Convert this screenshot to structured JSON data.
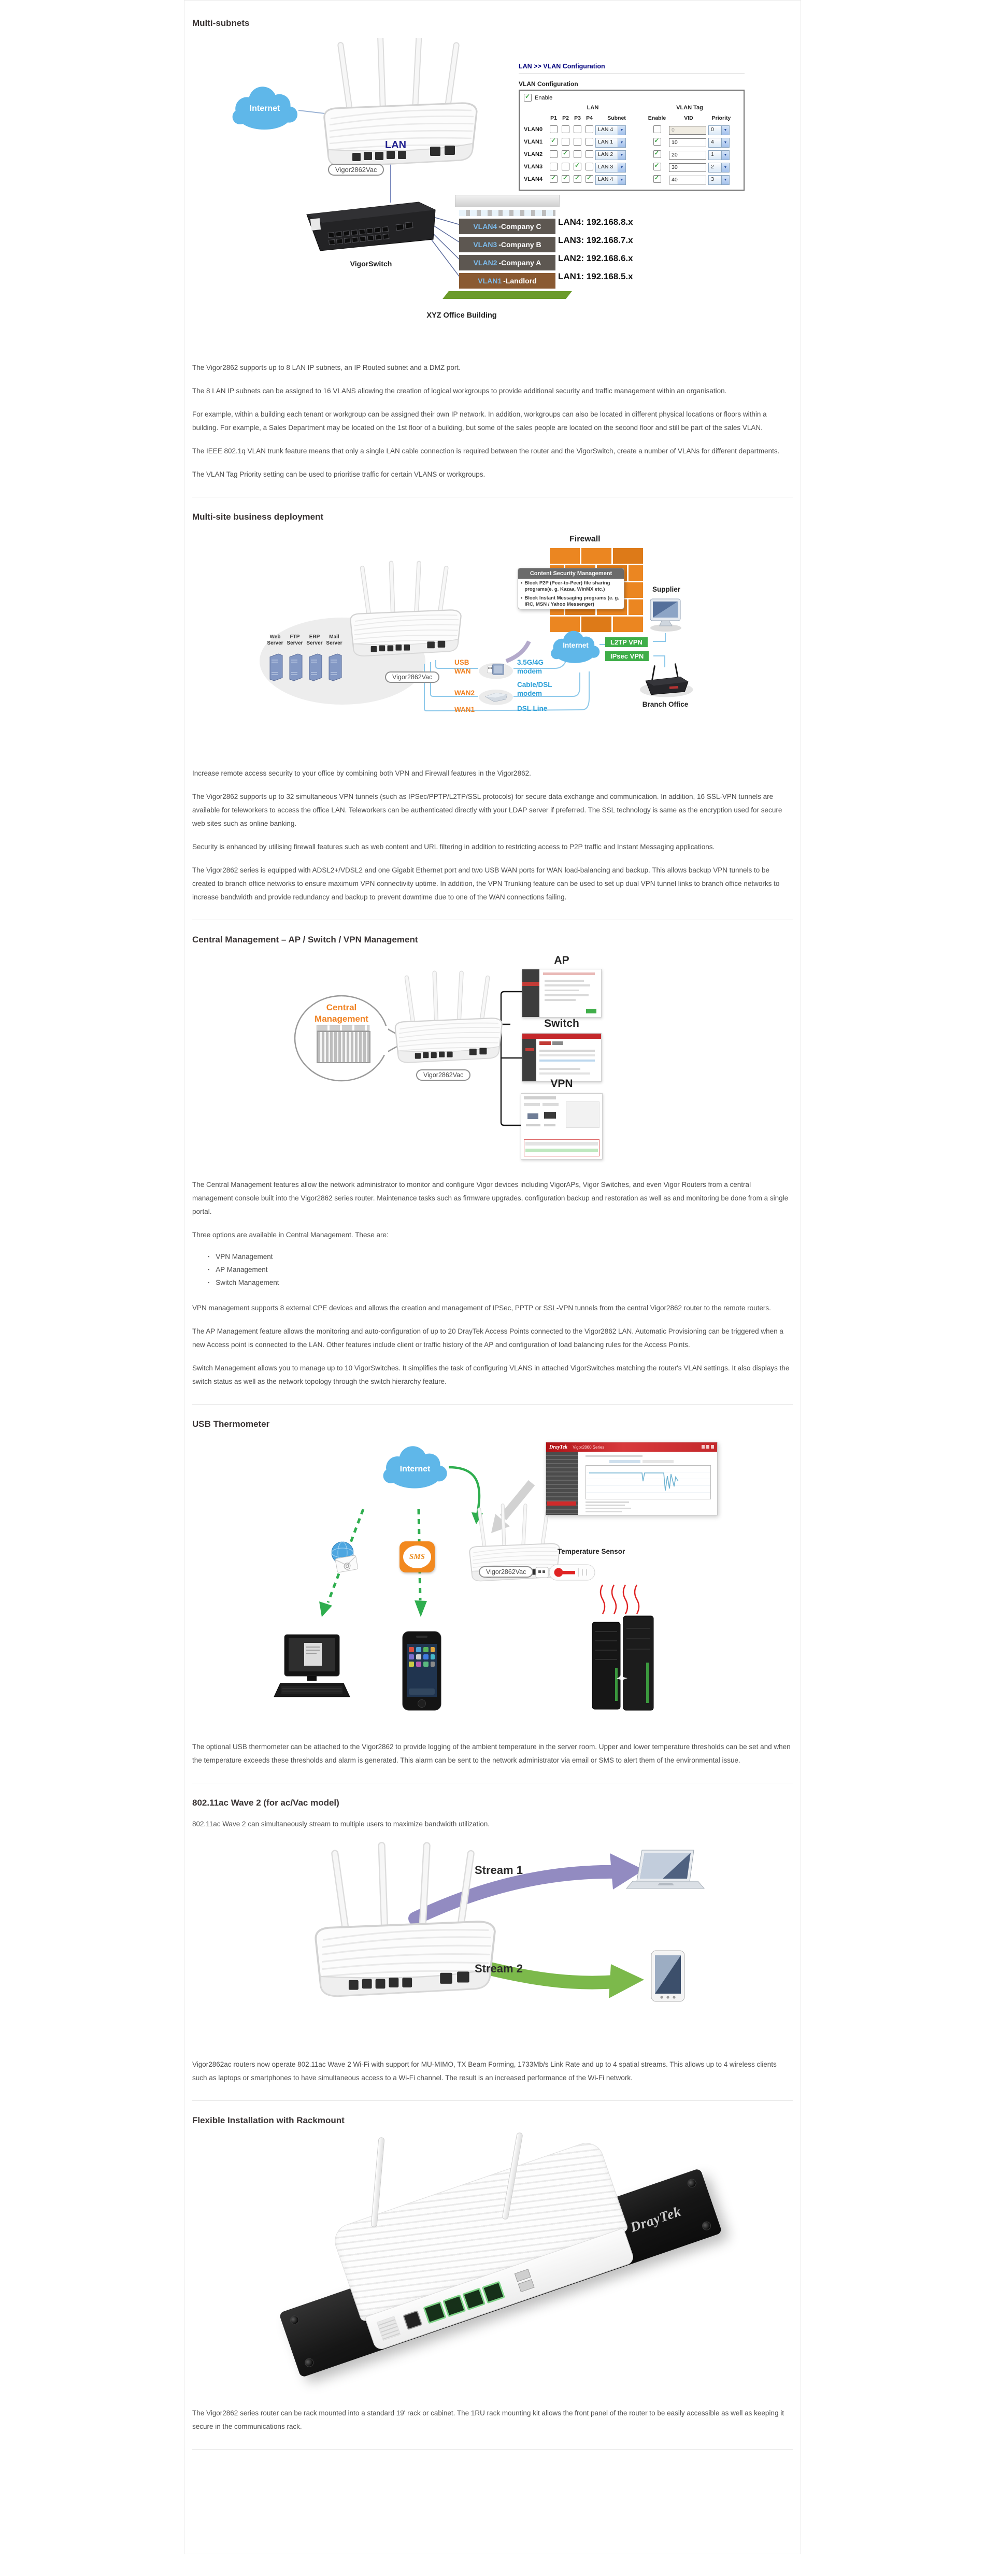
{
  "s1": {
    "title": "Multi-subnets",
    "diagram": {
      "internet": "Internet",
      "router_model": "Vigor2862Vac",
      "lan": "LAN",
      "switch": "VigorSwitch",
      "building_caption": "XYZ Office Building",
      "floors": [
        {
          "vlan": "VLAN4",
          "company": "-Company C"
        },
        {
          "vlan": "VLAN3",
          "company": "-Company B"
        },
        {
          "vlan": "VLAN2",
          "company": "-Company A"
        },
        {
          "vlan": "VLAN1",
          "company": "-Landlord"
        }
      ],
      "lan_ips": [
        "LAN4: 192.168.8.x",
        "LAN3: 192.168.7.x",
        "LAN2: 192.168.6.x",
        "LAN1: 192.168.5.x"
      ],
      "panel": {
        "breadcrumb": "LAN >> VLAN Configuration",
        "title": "VLAN Configuration",
        "enable": "Enable",
        "lan_group": "LAN",
        "tag_group": "VLAN Tag",
        "cols": {
          "p1": "P1",
          "p2": "P2",
          "p3": "P3",
          "p4": "P4",
          "subnet": "Subnet",
          "enable": "Enable",
          "vid": "VID",
          "priority": "Priority"
        },
        "rows": [
          {
            "name": "VLAN0",
            "p": [
              false,
              false,
              false,
              false
            ],
            "subnet": "LAN 4",
            "en": false,
            "vid": "0",
            "pri": "0"
          },
          {
            "name": "VLAN1",
            "p": [
              true,
              false,
              false,
              false
            ],
            "subnet": "LAN 1",
            "en": true,
            "vid": "10",
            "pri": "4"
          },
          {
            "name": "VLAN2",
            "p": [
              false,
              true,
              false,
              false
            ],
            "subnet": "LAN 2",
            "en": true,
            "vid": "20",
            "pri": "1"
          },
          {
            "name": "VLAN3",
            "p": [
              false,
              false,
              true,
              false
            ],
            "subnet": "LAN 3",
            "en": true,
            "vid": "30",
            "pri": "2"
          },
          {
            "name": "VLAN4",
            "p": [
              true,
              true,
              true,
              true
            ],
            "subnet": "LAN 4",
            "en": true,
            "vid": "40",
            "pri": "3"
          }
        ]
      }
    },
    "paragraphs": [
      "The Vigor2862 supports up to 8 LAN IP subnets, an IP Routed subnet and a DMZ port.",
      "The 8 LAN IP subnets can be assigned to 16 VLANS allowing the creation of logical workgroups to provide additional security and traffic management within an organisation.",
      "For example, within a building each tenant or workgroup can be assigned their own IP network. In addition, workgroups can also be located in different physical locations or floors within a building. For example, a Sales Department may be located on the 1st floor of a building, but some of the sales people are located on the second floor and still be part of the sales VLAN.",
      "The IEEE 802.1q VLAN trunk feature means that only a single LAN cable connection is required between the router and the VigorSwitch, create a number of VLANs for different departments.",
      "The VLAN Tag Priority setting can be used to prioritise traffic for certain VLANS or workgroups."
    ]
  },
  "s2": {
    "title": "Multi-site business deployment",
    "diagram": {
      "firewall": "Firewall",
      "csm_title": "Content Security Management",
      "csm_items": [
        "Block P2P (Peer-to-Peer) file sharing programs(e. g. Kazaa, WinMX etc.)",
        "Block Instant Messaging programs (e. g. IRC, MSN / Yahoo Messenger)"
      ],
      "servers": [
        "Web Server",
        "FTP Server",
        "ERP Server",
        "Mail Server"
      ],
      "router_model": "Vigor2862Vac",
      "wan_links": [
        {
          "port": "USB WAN",
          "via": "3.5G/4G modem"
        },
        {
          "port": "WAN2",
          "via": "Cable/DSL modem"
        },
        {
          "port": "WAN1",
          "via": "DSL Line"
        }
      ],
      "internet": "Internet",
      "vpn_tags": [
        "L2TP VPN",
        "IPsec VPN"
      ],
      "supplier": "Supplier",
      "branch": "Branch Office"
    },
    "paragraphs": [
      "Increase remote access security to your office by combining both VPN and Firewall features in the Vigor2862.",
      "The Vigor2862 supports up to 32 simultaneous VPN tunnels (such as IPSec/PPTP/L2TP/SSL protocols) for secure data exchange and communication. In addition, 16 SSL-VPN tunnels are available for teleworkers to access the office LAN. Teleworkers can be authenticated directly with your LDAP server if preferred. The SSL technology is same as the encryption used for secure web sites such as online banking.",
      "Security is enhanced by utilising firewall features such as web content and URL filtering in addition to restricting access to P2P traffic and Instant Messaging applications.",
      "The Vigor2862 series is equipped with ADSL2+/VDSL2 and one Gigabit Ethernet port and two USB WAN ports for WAN load-balancing and backup. This allows backup VPN tunnels to be created to branch office networks to ensure maximum VPN connectivity uptime. In addition, the VPN Trunking feature can be used to set up dual VPN tunnel links to branch office networks to increase bandwidth and provide redundancy and backup to prevent downtime due to one of the WAN connections failing."
    ]
  },
  "s3": {
    "title": "Central Management – AP / Switch / VPN Management",
    "diagram": {
      "bubble": "Central Management",
      "router_model": "Vigor2862Vac",
      "targets": [
        "AP",
        "Switch",
        "VPN"
      ]
    },
    "intro": "The Central Management features allow the network administrator to monitor and configure Vigor devices including VigorAPs, Vigor Switches, and even Vigor Routers from a central management console built into the Vigor2862 series router. Maintenance tasks such as firmware upgrades, configuration backup and restoration as well as and monitoring be done from a single portal.",
    "options_lead": "Three options are available in Central Management. These are:",
    "options": [
      "VPN Management",
      "AP Management",
      "Switch Management"
    ],
    "paragraphs": [
      "VPN management supports 8 external CPE devices and allows the creation and management of IPSec, PPTP or SSL-VPN tunnels from the central Vigor2862 router to the remote routers.",
      "The AP Management feature allows the monitoring and auto-configuration of up to 20 DrayTek Access Points connected to the Vigor2862 LAN. Automatic Provisioning can be triggered when a new Access point is connected to the LAN. Other features include client or traffic history of the AP and configuration of load balancing rules for the Access Points.",
      "Switch Management allows you to manage up to 10 VigorSwitches. It simplifies the task of configuring VLANS in attached VigorSwitches matching the router's VLAN settings. It also displays the switch status as well as the network topology through the switch hierarchy feature."
    ]
  },
  "s4": {
    "title": "USB Thermometer",
    "diagram": {
      "internet": "Internet",
      "sms": "SMS",
      "sensor_label": "Temperature Sensor",
      "router_model": "Vigor2862Vac",
      "ui_brand": "DrayTek",
      "ui_model": "Vigor2860 Series"
    },
    "paragraph": "The optional USB thermometer can be attached to the Vigor2862 to provide logging of the ambient temperature in the server room. Upper and lower temperature thresholds can be set and when the temperature exceeds these thresholds and alarm is generated. This alarm can be sent to the network administrator via email or SMS to alert them of the environmental issue."
  },
  "s5": {
    "title": "802.11ac Wave 2 (for ac/Vac model)",
    "intro": "802.11ac Wave 2 can simultaneously stream to multiple users to maximize bandwidth utilization.",
    "diagram": {
      "stream1": "Stream 1",
      "stream2": "Stream 2"
    },
    "paragraph": "Vigor2862ac routers now operate 802.11ac Wave 2 Wi-Fi with support for MU-MIMO, TX Beam Forming, 1733Mb/s Link Rate and up to 4 spatial streams. This allows up to 4 wireless clients such as laptops or smartphones to have simultaneous access to a Wi-Fi channel. The result is an increased performance of the Wi-Fi network."
  },
  "s6": {
    "title": "Flexible Installation with Rackmount",
    "diagram": {
      "brand": "DrayTek"
    },
    "paragraph": "The Vigor2862 series router can be rack mounted into a standard 19' rack or cabinet. The 1RU rack mounting kit allows the front panel of the router to be easily accessible as well as keeping it secure in the communications rack."
  }
}
